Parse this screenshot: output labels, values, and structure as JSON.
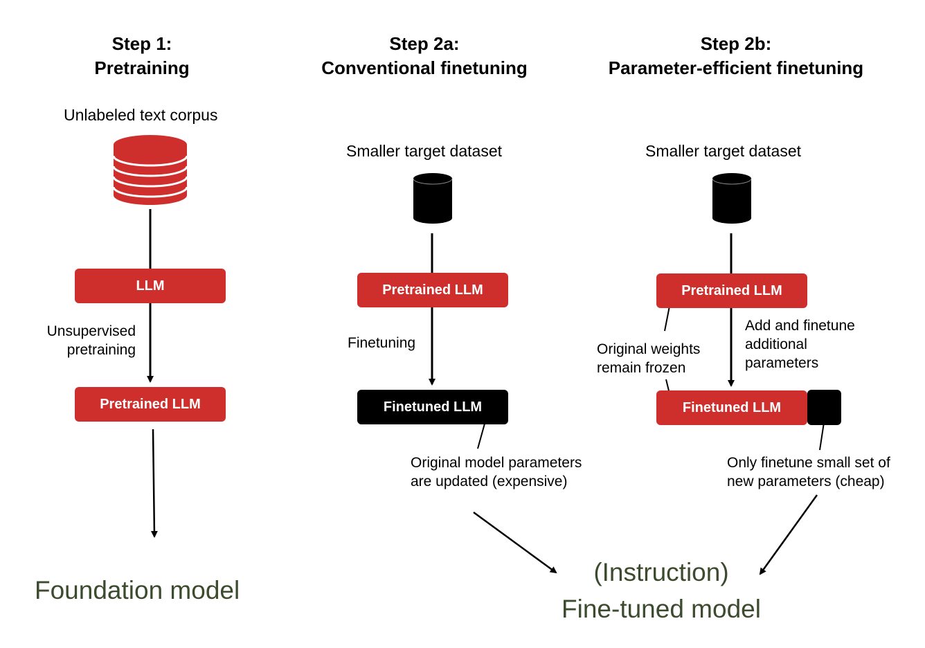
{
  "step1": {
    "title_line1": "Step 1:",
    "title_line2": "Pretraining",
    "corpus_label": "Unlabeled text corpus",
    "llm_box": "LLM",
    "process_line1": "Unsupervised",
    "process_line2": "pretraining",
    "pretrained_box": "Pretrained LLM"
  },
  "step2a": {
    "title_line1": "Step 2a:",
    "title_line2": "Conventional finetuning",
    "dataset_label": "Smaller target dataset",
    "pretrained_box": "Pretrained LLM",
    "process_label": "Finetuning",
    "finetuned_box": "Finetuned LLM",
    "note_line1": "Original model parameters",
    "note_line2": "are updated (expensive)"
  },
  "step2b": {
    "title_line1": "Step 2b:",
    "title_line2": "Parameter-efficient finetuning",
    "dataset_label": "Smaller target dataset",
    "pretrained_box": "Pretrained LLM",
    "frozen_line1": "Original weights",
    "frozen_line2": "remain frozen",
    "add_line1": "Add and finetune",
    "add_line2": "additional",
    "add_line3": "parameters",
    "finetuned_box": "Finetuned LLM",
    "note_line1": "Only finetune small set of",
    "note_line2": "new parameters (cheap)"
  },
  "outcomes": {
    "foundation": "Foundation model",
    "finetuned_line1": "(Instruction)",
    "finetuned_line2": "Fine-tuned model"
  },
  "colors": {
    "accent_red": "#cf2f2c",
    "outcome_text": "#3c4a2e"
  }
}
